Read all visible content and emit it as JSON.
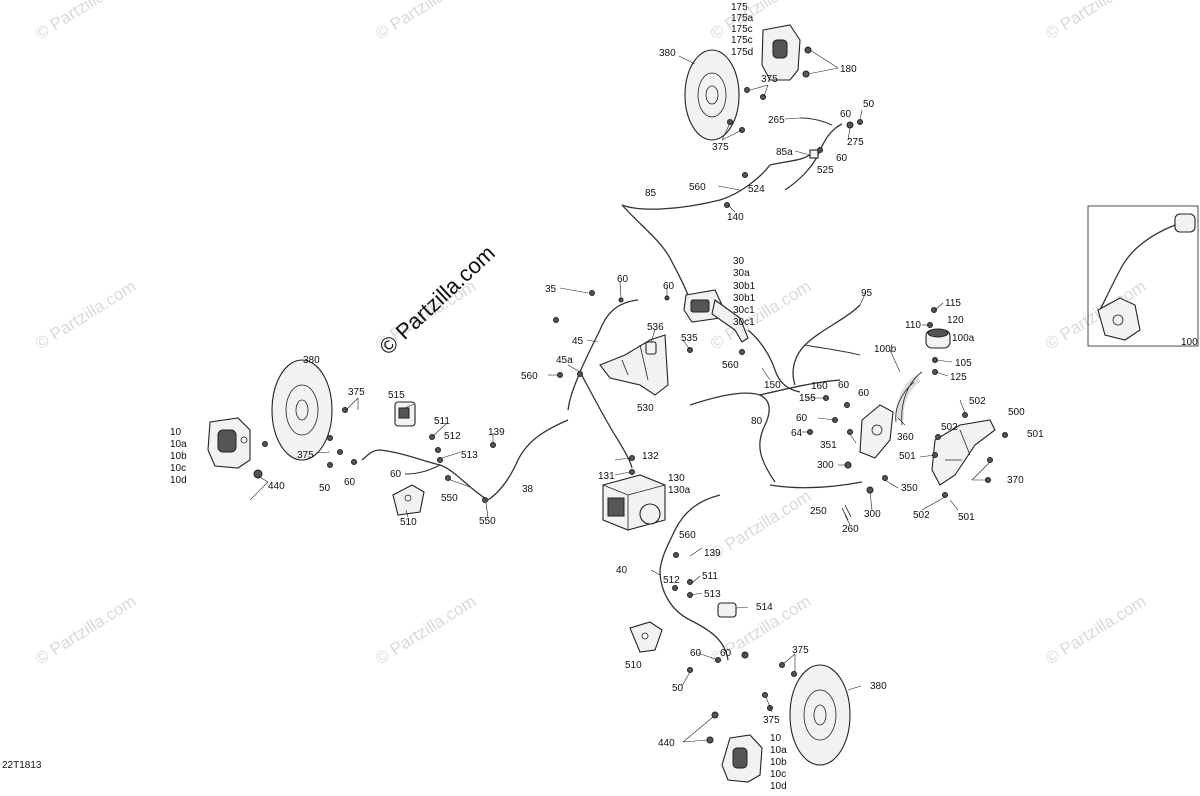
{
  "diagram_code": "22T1813",
  "brand_watermark": "© Partzilla.com",
  "watermarks": [
    "© Partzilla.com",
    "© Partzilla.com",
    "© Partzilla.com",
    "© Partzilla.com",
    "© Partzilla.com",
    "© Partzilla.com",
    "© Partzilla.com",
    "© Partzilla.com",
    "© Partzilla.com",
    "© Partzilla.com",
    "© Partzilla.com",
    "© Partzilla.com",
    "© Partzilla.com"
  ],
  "labels": [
    "175",
    "175a",
    "175c",
    "175c",
    "175d",
    "380",
    "180",
    "375",
    "375",
    "50",
    "60",
    "265",
    "275",
    "85a",
    "60",
    "525",
    "85",
    "560",
    "524",
    "140",
    "30",
    "30a",
    "30b1",
    "30b1",
    "30c1",
    "30c1",
    "35",
    "60",
    "60",
    "45",
    "536",
    "535",
    "560",
    "45a",
    "560",
    "530",
    "150",
    "95",
    "115",
    "110",
    "120",
    "100b",
    "100a",
    "105",
    "125",
    "160",
    "60",
    "155",
    "60",
    "60",
    "80",
    "64",
    "351",
    "502",
    "500",
    "360",
    "502",
    "501",
    "501",
    "300",
    "370",
    "350",
    "250",
    "300",
    "502",
    "501",
    "260",
    "380",
    "375",
    "375",
    "515",
    "10",
    "10a",
    "10b",
    "10c",
    "10d",
    "440",
    "511",
    "512",
    "513",
    "139",
    "60",
    "50",
    "60",
    "550",
    "510",
    "550",
    "38",
    "132",
    "131",
    "130",
    "130a",
    "560",
    "139",
    "40",
    "512",
    "511",
    "513",
    "514",
    "510",
    "60",
    "60",
    "50",
    "375",
    "380",
    "375",
    "440",
    "10",
    "10a",
    "10b",
    "10c",
    "10d",
    "100"
  ]
}
